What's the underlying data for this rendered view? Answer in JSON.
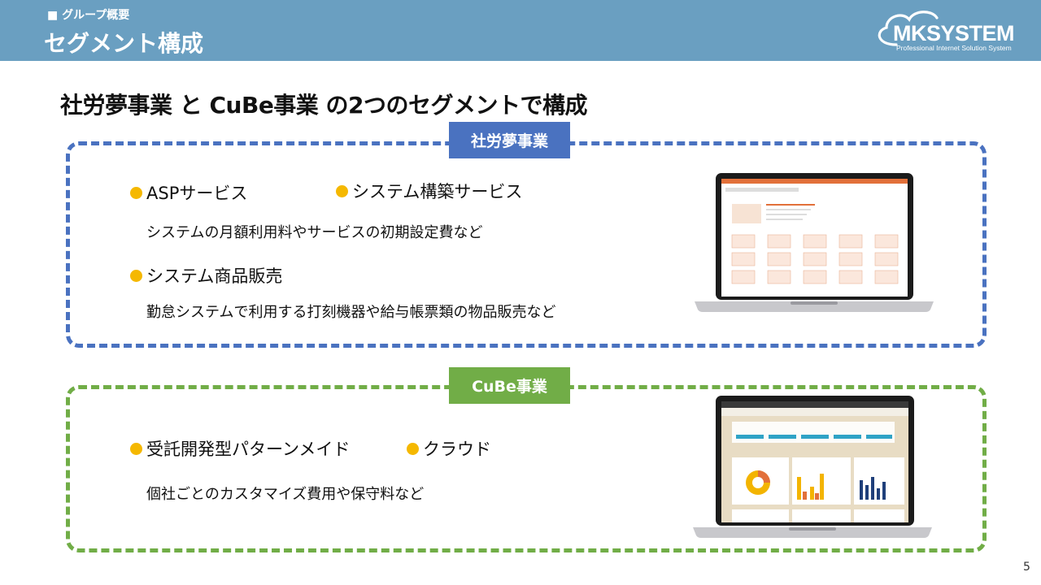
{
  "header": {
    "section_label": "■ グループ概要",
    "title": "セグメント構成",
    "logo_text": "MKSYSTEM",
    "logo_subtext": "Professional Internet Solution System"
  },
  "headline": "社労夢事業 と CuBe事業 の2つのセグメントで構成",
  "segments": [
    {
      "tag": "社労夢事業",
      "items": [
        {
          "label": "ASPサービス"
        },
        {
          "label": "システム構築サービス"
        },
        {
          "label": "システム商品販売"
        }
      ],
      "descriptions": [
        "システムの月額利用料やサービスの初期設定費など",
        "勤怠システムで利用する打刻機器や給与帳票類の物品販売など"
      ]
    },
    {
      "tag": "CuBe事業",
      "items": [
        {
          "label": "受託開発型パターンメイド"
        },
        {
          "label": "クラウド"
        }
      ],
      "descriptions": [
        "個社ごとのカスタマイズ費用や保守料など"
      ]
    }
  ],
  "page_number": "5",
  "colors": {
    "header_bg": "#6a9fc1",
    "blue_accent": "#4a72c0",
    "green_accent": "#71ad47",
    "bullet": "#f5b800"
  }
}
